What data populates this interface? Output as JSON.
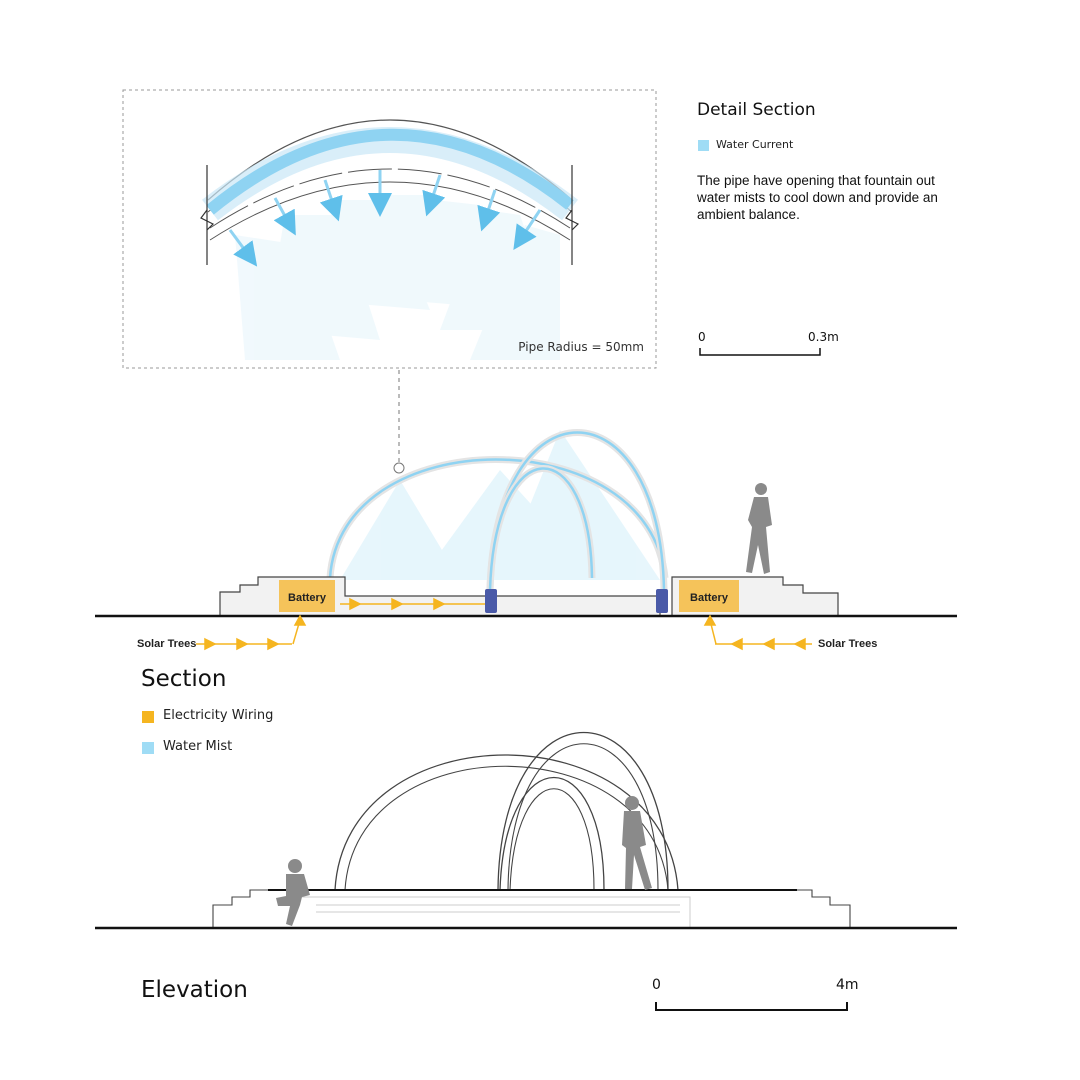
{
  "detail": {
    "title": "Detail Section",
    "legend_label": "Water Current",
    "description": "The pipe have opening that fountain out water mists to cool down and provide an ambient balance.",
    "pipe_radius_label": "Pipe Radius = 50mm",
    "scale_start": "0",
    "scale_end": "0.3m"
  },
  "section": {
    "title": "Section",
    "battery_left": "Battery",
    "battery_right": "Battery",
    "solar_left": "Solar Trees",
    "solar_right": "Solar Trees",
    "legend": [
      {
        "label": "Electricity Wiring",
        "color": "#f5b520"
      },
      {
        "label": "Water Mist",
        "color": "#9fdcf5"
      }
    ]
  },
  "elevation": {
    "title": "Elevation",
    "scale_start": "0",
    "scale_end": "4m"
  },
  "colors": {
    "water": "#8fd3f2",
    "water_dark": "#5fbfea",
    "electric": "#f5b520",
    "battery_fill": "#f5c35a",
    "structure": "#333333",
    "figure": "#8a8a8a"
  }
}
